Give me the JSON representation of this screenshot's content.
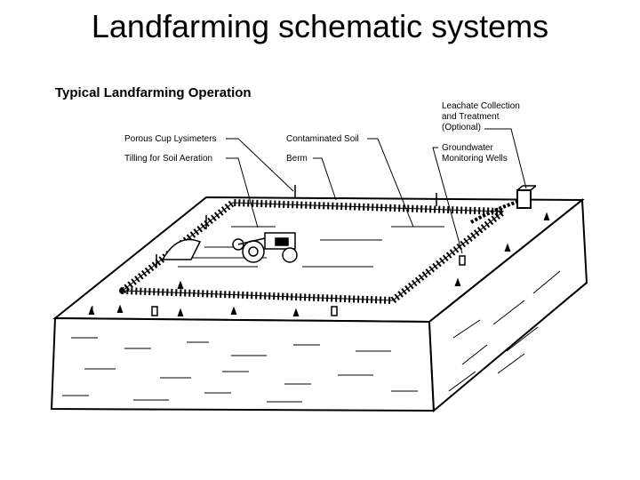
{
  "slide": {
    "title": "Landfarming schematic systems"
  },
  "diagram": {
    "heading": "Typical Landfarming Operation",
    "labels": {
      "porous_cup": "Porous Cup Lysimeters",
      "tilling": "Tilling for Soil Aeration",
      "contaminated_soil": "Contaminated Soil",
      "berm": "Berm",
      "leachate_line1": "Leachate Collection",
      "leachate_line2": "and Treatment",
      "leachate_line3": "(Optional)",
      "groundwater_line1": "Groundwater",
      "groundwater_line2": "Monitoring Wells"
    }
  }
}
